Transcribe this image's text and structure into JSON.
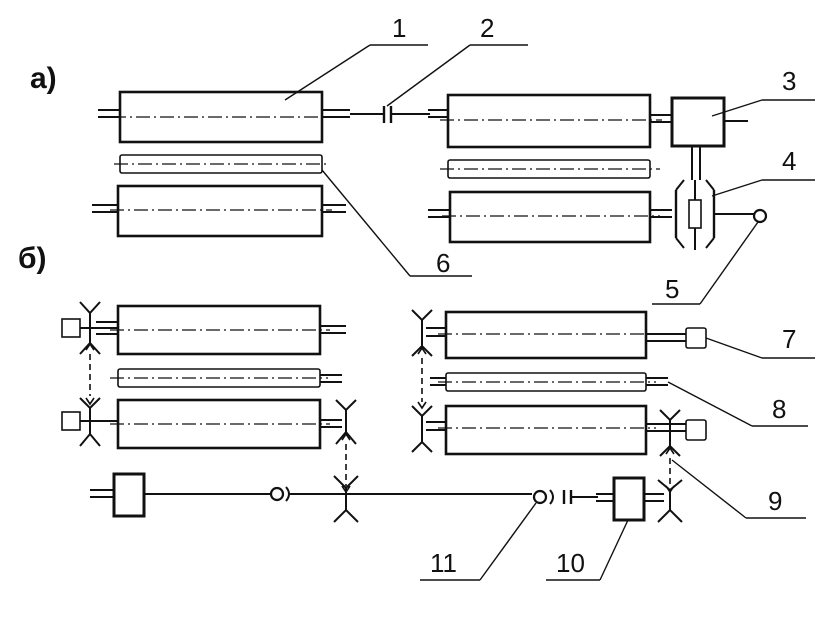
{
  "sections": {
    "a": "а)",
    "b": "б)"
  },
  "labels": [
    "1",
    "2",
    "3",
    "4",
    "5",
    "6",
    "7",
    "8",
    "9",
    "10",
    "11"
  ]
}
